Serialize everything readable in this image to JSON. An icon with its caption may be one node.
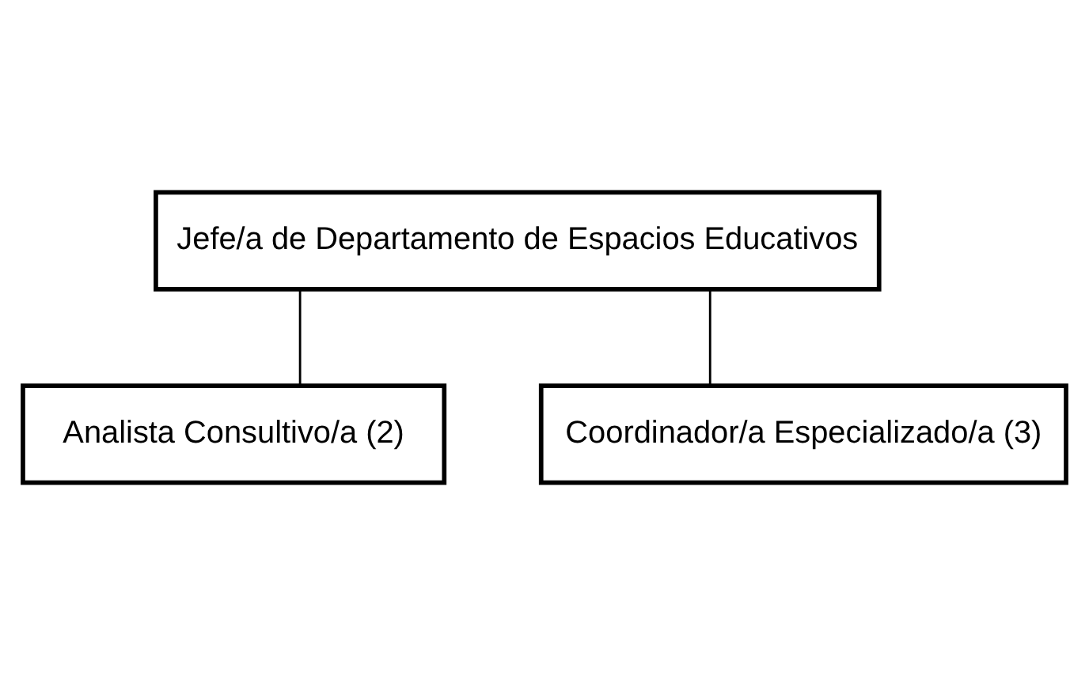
{
  "diagram": {
    "nodes": [
      {
        "text": [
          "Jefe/a de Departamento de Espacios Educativos"
        ]
      },
      {
        "text": [
          "Analista Consultivo/a (2)"
        ]
      },
      {
        "text": [
          "Coordinador/a Especializado/a (3)"
        ]
      }
    ],
    "edges": [
      {
        "from": 0,
        "to": 1,
        "arrow": "none"
      },
      {
        "from": 0,
        "to": 2,
        "arrow": "none"
      }
    ]
  }
}
